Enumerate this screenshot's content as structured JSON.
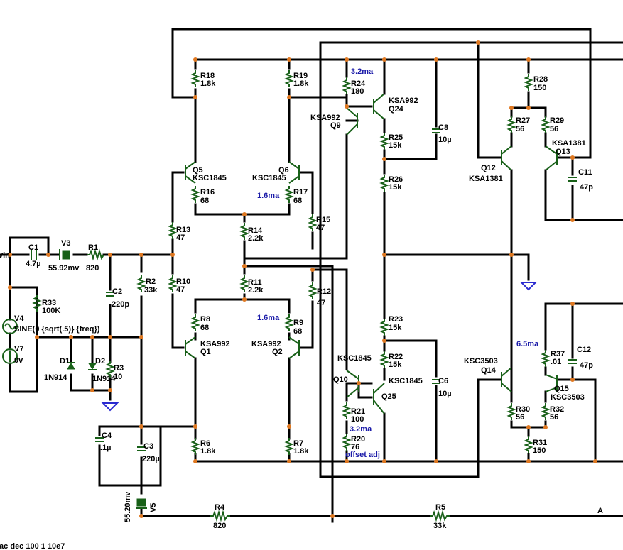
{
  "title": "",
  "labels": {
    "vin": "vin",
    "R1_name": "R1",
    "R1_val": "820",
    "R2_name": "R2",
    "R2_val": "33k",
    "R3_name": "R3",
    "R3_val": "10",
    "R4_name": "R4",
    "R4_val": "820",
    "R5_name": "R5",
    "R5_val": "33k",
    "R6_name": "R6",
    "R6_val": "1.8k",
    "R7_name": "R7",
    "R7_val": "1.8k",
    "R8_name": "R8",
    "R8_val": "68",
    "R9_name": "R9",
    "R9_val": "68",
    "R10_name": "R10",
    "R10_val": "47",
    "R11_name": "R11",
    "R11_val": "2.2k",
    "R12_name": "R12",
    "R12_val": "47",
    "R13_name": "R13",
    "R13_val": "47",
    "R14_name": "R14",
    "R14_val": "2.2k",
    "R15_name": "R15",
    "R15_val": "47",
    "R16_name": "R16",
    "R16_val": "68",
    "R17_name": "R17",
    "R17_val": "68",
    "R18_name": "R18",
    "R18_val": "1.8k",
    "R19_name": "R19",
    "R19_val": "1.8k",
    "R20_name": "R20",
    "R20_val": "76",
    "R21_name": "R21",
    "R21_val": "100",
    "R22_name": "R22",
    "R22_val": "15k",
    "R23_name": "R23",
    "R23_val": "15k",
    "R24_name": "R24",
    "R24_val": "180",
    "R25_name": "R25",
    "R25_val": "15k",
    "R26_name": "R26",
    "R26_val": "15k",
    "R27_name": "R27",
    "R27_val": "56",
    "R28_name": "R28",
    "R28_val": "150",
    "R29_name": "R29",
    "R29_val": "56",
    "R30_name": "R30",
    "R30_val": "56",
    "R31_name": "R31",
    "R31_val": "150",
    "R32_name": "R32",
    "R32_val": "56",
    "R33_name": "R33",
    "R33_val": "100K",
    "R37_name": "R37",
    "R37_val": ".01",
    "C1_name": "C1",
    "C1_val": "4.7µ",
    "C2_name": "C2",
    "C2_val": "220p",
    "C3_name": "C3",
    "C3_val": "220µ",
    "C4_name": "C4",
    "C4_val": ".1µ",
    "C6_name": "C6",
    "C6_val": "10µ",
    "C8_name": "C8",
    "C8_val": "10µ",
    "C11_name": "C11",
    "C11_val": "47p",
    "C12_name": "C12",
    "C12_val": "47p",
    "V3_name": "V3",
    "V3_val": "55.92mv",
    "V4_name": "V4",
    "V4_val": "SINE(0 {sqrt(.5)} {freq})",
    "V5_name": "V5",
    "V5_val": "55.20mv",
    "V7_name": "V7",
    "V7_val": "0v",
    "D1_name": "D1",
    "D1_val": "1N914",
    "D2_name": "D2",
    "D2_val": "1N914",
    "Q1_name": "Q1",
    "Q1_val": "KSA992",
    "Q2_name": "Q2",
    "Q2_val": "KSA992",
    "Q5_name": "Q5",
    "Q5_val": "KSC1845",
    "Q6_name": "Q6",
    "Q6_val": "KSC1845",
    "Q9_name": "Q9",
    "Q9_val": "KSA992",
    "Q10_name": "Q10",
    "Q10_val": "KSC1845",
    "Q12_name": "Q12",
    "Q12_val": "KSA1381",
    "Q13_name": "Q13",
    "Q13_val": "KSA1381",
    "Q14_name": "Q14",
    "Q14_val": "KSC3503",
    "Q15_name": "Q15",
    "Q15_val": "KSC3503",
    "Q24_name": "Q24",
    "Q24_val": "KSA992",
    "Q25_name": "Q25",
    "Q25_val": "KSC1845",
    "out_label": "A",
    "sim_cmd": ".ac dec 100 1 10e7"
  },
  "notes": {
    "top_current": "3.2ma",
    "bottom_current": "3.2ma",
    "upper_pair_current": "1.6ma",
    "lower_pair_current": "1.6ma",
    "output_current": "6.5ma",
    "offset": "offset adj"
  },
  "colors": {
    "wire": "#000000",
    "component": "#186018",
    "junction": "#e07820",
    "annotation": "#1a1aa8",
    "ground": "#2a2ad0"
  }
}
